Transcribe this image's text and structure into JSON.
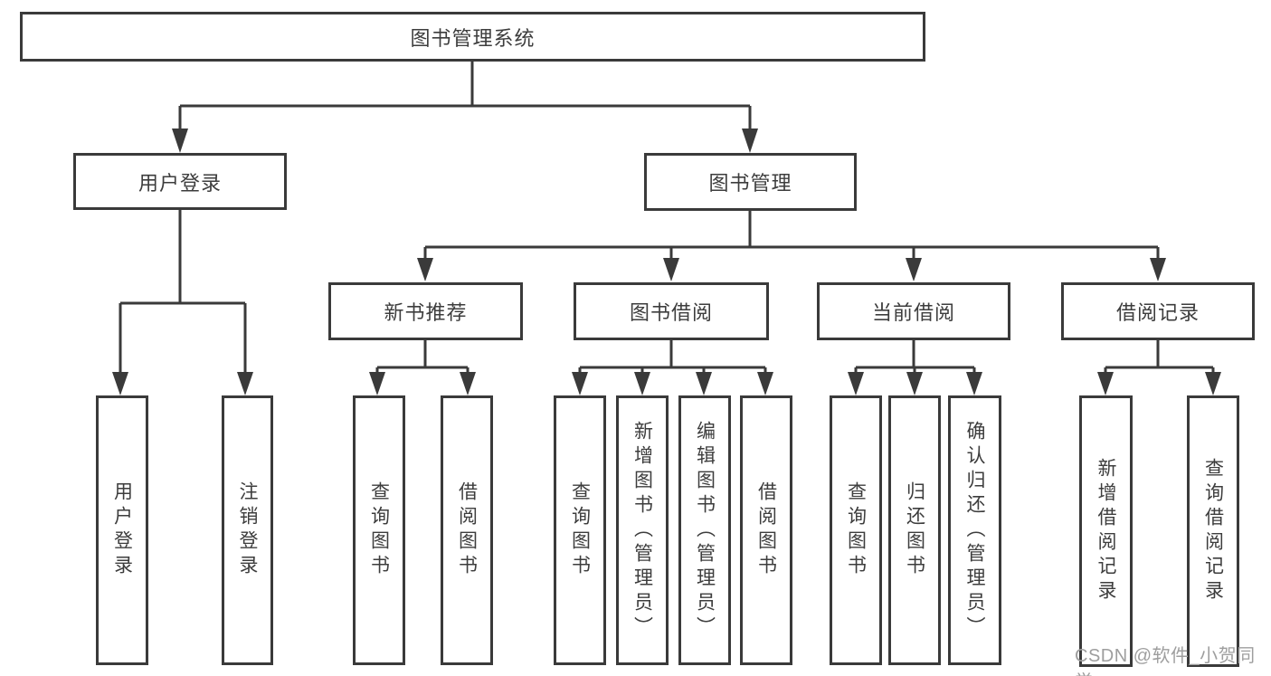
{
  "diagram": {
    "root": "图书管理系统",
    "level2": {
      "userLogin": "用户登录",
      "bookMgmt": "图书管理"
    },
    "level3": {
      "newBookRec": "新书推荐",
      "bookBorrow": "图书借阅",
      "currentBorrow": "当前借阅",
      "borrowRecord": "借阅记录"
    },
    "leaves": {
      "userLogin": "用户登录",
      "logout": "注销登录",
      "newBookQueryBook": "查询图书",
      "newBookBorrowBook": "借阅图书",
      "borrowQueryBook": "查询图书",
      "borrowAddBook": "新增图书（管理员）",
      "borrowEditBook": "编辑图书（管理员）",
      "borrowBorrowBook": "借阅图书",
      "currentQueryBook": "查询图书",
      "currentReturnBook": "归还图书",
      "currentConfirmReturn": "确认归还（管理员）",
      "recordAdd": "新增借阅记录",
      "recordQuery": "查询借阅记录"
    }
  },
  "watermark": "CSDN @软件_小贺同学",
  "colors": {
    "line": "#3a3a3a",
    "border": "#3a3a3a",
    "text": "#3d3d3d",
    "watermark": "#9e9e9e",
    "bg": "#ffffff"
  }
}
